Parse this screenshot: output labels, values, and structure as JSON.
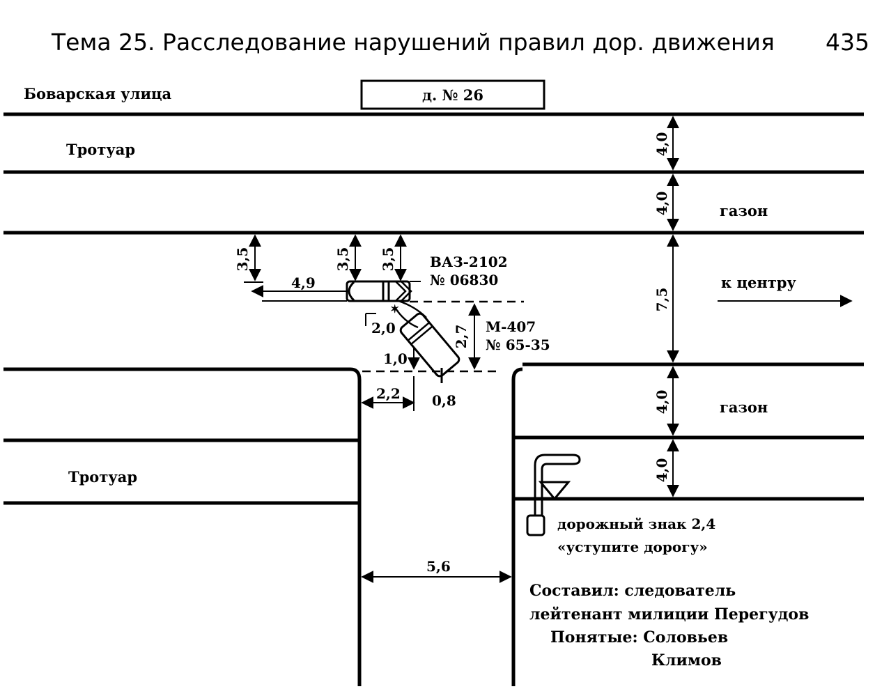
{
  "header": {
    "title": "Тема 25. Расследование нарушений правил дор. движения",
    "page_number": "435"
  },
  "street_name": "Боварская улица",
  "house_label": "д. № 26",
  "labels": {
    "sidewalk_top": "Тротуар",
    "sidewalk_bottom": "Тротуар",
    "lawn_top": "газон",
    "lawn_bottom": "газон",
    "direction": "к центру"
  },
  "dimensions": {
    "sidewalk_top_width": "4,0",
    "lawn_top_width": "4,0",
    "roadway_width": "7,5",
    "lawn_bottom_width": "4,0",
    "sidewalk_bottom_width": "4,0",
    "car1_dist_left": "3,5",
    "car1_dist_mid": "3,5",
    "car1_dist_right": "3,5",
    "car1_offset": "4,9",
    "car2_dist_a": "2,0",
    "car2_dist_b": "2,7",
    "car2_dist_c": "1,0",
    "car2_dist_d": "2,2",
    "car2_dist_e": "0,8",
    "side_street_width": "5,6"
  },
  "vehicles": [
    {
      "model": "ВАЗ-2102",
      "plate": "№ 06830"
    },
    {
      "model": "М-407",
      "plate": "№ 65-35"
    }
  ],
  "road_sign": {
    "line1": "дорожный знак 2,4",
    "line2": "«уступите дорогу»"
  },
  "signatures": {
    "line1": "Составил: следователь",
    "line2": "лейтенант милиции Перегудов",
    "line3": "Понятые: Соловьев",
    "line4": "Климов"
  }
}
